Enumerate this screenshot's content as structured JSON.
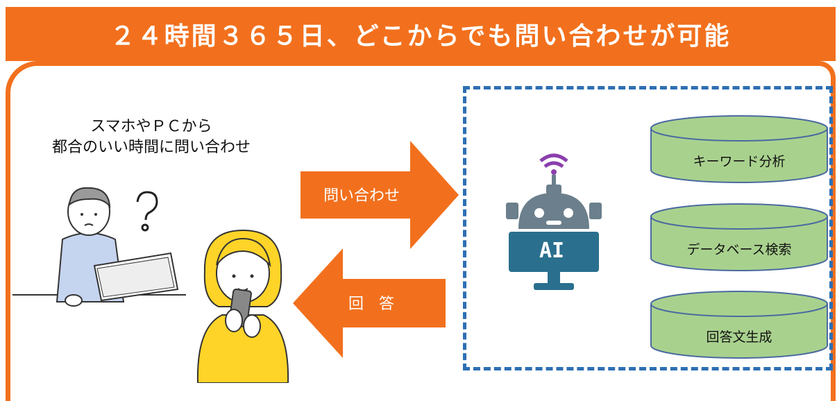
{
  "header": {
    "title": "２４時間３６５日、どこからでも問い合わせが可能"
  },
  "caption": {
    "line1": "スマホやＰＣから",
    "line2": "都合のいい時間に問い合わせ"
  },
  "arrows": {
    "inquiry_label": "問い合わせ",
    "answer_label": "回　答"
  },
  "robot": {
    "label": "AI"
  },
  "processes": [
    {
      "label": "キーワード分析"
    },
    {
      "label": "データベース検索"
    },
    {
      "label": "回答文生成"
    }
  ],
  "colors": {
    "accent": "#f2701d",
    "dashed_border": "#2e6fb3",
    "cylinder_fill": "#a9d18e",
    "robot_gray": "#6b7f8c",
    "robot_blue": "#2a6f8e"
  }
}
